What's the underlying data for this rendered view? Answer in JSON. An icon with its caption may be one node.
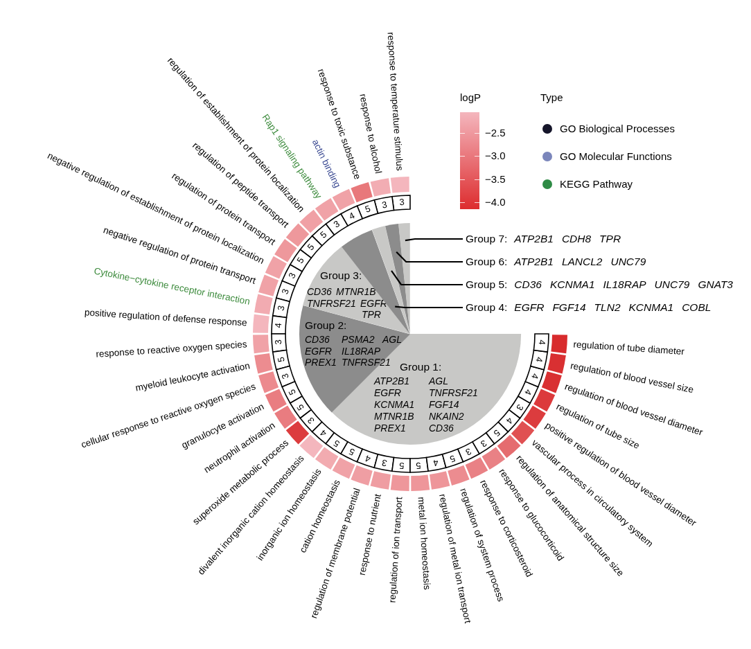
{
  "diagram": {
    "nodes": [
      {
        "text": [
          "Group 1:",
          "ATP2B1",
          "AGL",
          "EGFR",
          "TNFRSF21",
          "KCNMA1",
          "FGF14",
          "MTNR1B",
          "NKAIN2",
          "PREX1",
          "CD36"
        ]
      },
      {
        "text": [
          "Group 2:",
          "CD36",
          "PSMA2",
          "AGL",
          "EGFR",
          "IL18RAP",
          "PREX1",
          "TNFRSF21"
        ]
      },
      {
        "text": [
          "Group 3:",
          "CD36",
          "MTNR1B",
          "TNFRSF21",
          "EGFR",
          "TPR"
        ]
      },
      {
        "text": [],
        "shape": "wedge"
      },
      {
        "text": [],
        "shape": "wedge"
      },
      {
        "text": [],
        "shape": "wedge"
      },
      {
        "text": [],
        "shape": "wedge"
      },
      {
        "text": [
          "Group 7:",
          "ATP2B1",
          "CDH8",
          "TPR"
        ]
      },
      {
        "text": [
          "Group 6:",
          "ATP2B1",
          "LANCL2",
          "UNC79"
        ]
      },
      {
        "text": [
          "Group 5:",
          "CD36",
          "KCNMA1",
          "IL18RAP",
          "UNC79",
          "GNAT3"
        ]
      },
      {
        "text": [
          "Group 4:",
          "EGFR",
          "FGF14",
          "TLN2",
          "KCNMA1",
          "COBL"
        ]
      }
    ],
    "edges": [
      {
        "from": 7,
        "to": 6,
        "arrow": "none"
      },
      {
        "from": 8,
        "to": 5,
        "arrow": "none"
      },
      {
        "from": 9,
        "to": 4,
        "arrow": "none"
      },
      {
        "from": 10,
        "to": 3,
        "arrow": "none"
      }
    ],
    "labels": [
      "response to temperature stimulus",
      "response to alcohol",
      "response to toxic substance",
      "actin binding",
      "Rap1 signaling pathway",
      "regulation of establishment of protein localization",
      "regulation of peptide transport",
      "regulation of protein transport",
      "negative regulation of establishment of protein localization",
      "negative regulation of protein transport",
      "Cytokine−cytokine receptor interaction",
      "positive regulation of defense response",
      "response to reactive oxygen species",
      "myeloid leukocyte activation",
      "cellular response to reactive oxygen species",
      "granulocyte activation",
      "neutrophil activation",
      "superoxide metabolic process",
      "divalent inorganic cation homeostasis",
      "inorganic ion homeostasis",
      "cation homeostasis",
      "regulation of membrane potential",
      "response to nutrient",
      "regulation of ion transport",
      "metal ion homeostasis",
      "regulation of metal ion transport",
      "regulation of system process",
      "response to corticosteroid",
      "response to glucocorticoid",
      "regulation of anatomical structure size",
      "vascular process in circulatory system",
      "positive regulation of blood vessel diameter",
      "regulation of tube size",
      "regulation of blood vessel diameter",
      "regulation of blood vessel size",
      "regulation of tube diameter",
      "3",
      "3",
      "5",
      "4",
      "3",
      "5",
      "5",
      "5",
      "3",
      "3",
      "3",
      "4",
      "3",
      "5",
      "3",
      "5",
      "5",
      "3",
      "4",
      "5",
      "5",
      "4",
      "3",
      "5",
      "5",
      "4",
      "5",
      "3",
      "3",
      "5",
      "4",
      "3",
      "4",
      "4",
      "4",
      "4",
      "logP",
      "−2.5",
      "−3.0",
      "−3.5",
      "−4.0",
      "Type"
    ],
    "legend": [
      {
        "text": "GO Biological Processes",
        "color": "#15152a"
      },
      {
        "text": "GO Molecular Functions",
        "color": "#7b86bb"
      },
      {
        "text": "KEGG Pathway",
        "color": "#2e8b45"
      }
    ]
  }
}
